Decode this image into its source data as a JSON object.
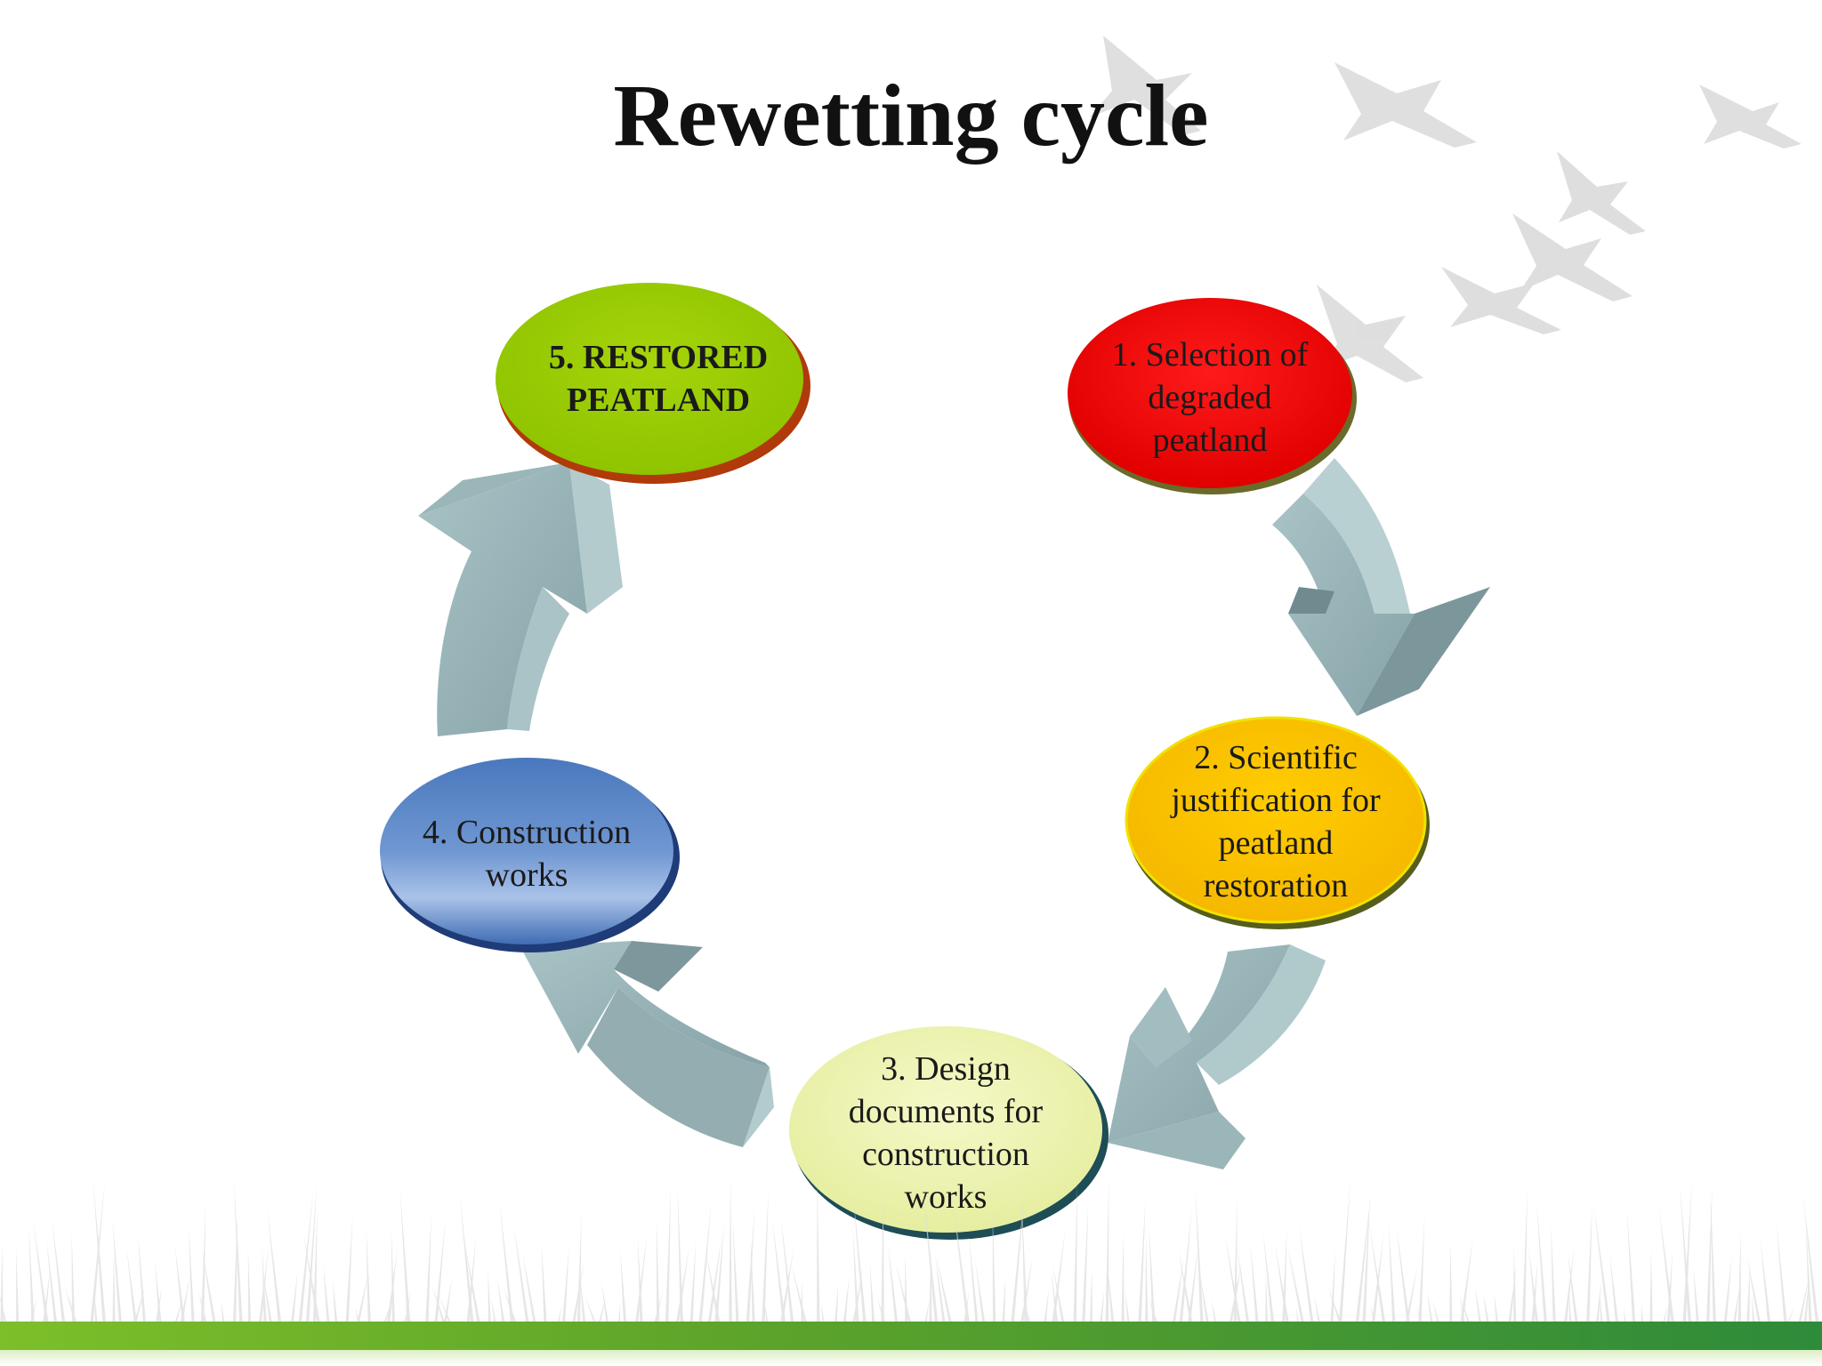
{
  "title": "Rewetting cycle",
  "nodes": [
    {
      "id": "node-1",
      "lines": [
        "1. Selection of",
        "degraded",
        "peatland"
      ],
      "color": "#ff0000"
    },
    {
      "id": "node-2",
      "lines": [
        "2. Scientific",
        "justification for",
        "peatland",
        "restoration"
      ],
      "color": "#ffc000"
    },
    {
      "id": "node-3",
      "lines": [
        "3. Design",
        "documents for",
        "construction",
        "works"
      ],
      "color": "#eef3b0"
    },
    {
      "id": "node-4",
      "lines": [
        "4. Construction",
        "works"
      ],
      "color": "#5b86c5"
    },
    {
      "id": "node-5",
      "lines": [
        "5. RESTORED",
        "PEATLAND"
      ],
      "color": "#99cc00"
    }
  ],
  "colors": {
    "arrow": "#93adb0",
    "bottom_bar": "#5ea42a"
  }
}
